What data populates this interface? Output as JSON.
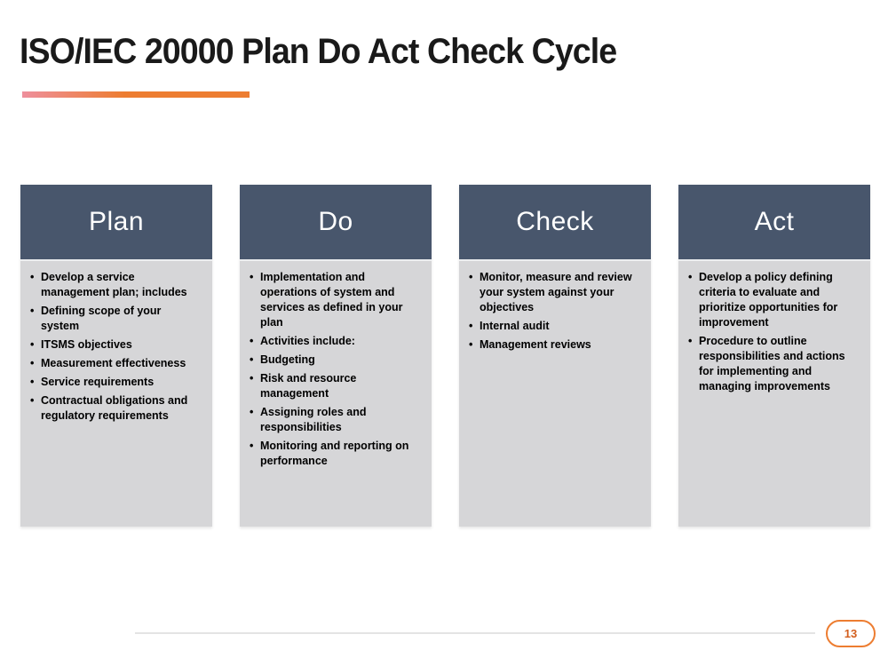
{
  "slide": {
    "title": "ISO/IEC 20000 Plan Do Act Check Cycle",
    "page_number": "13",
    "colors": {
      "header_bg": "#48566C",
      "body_bg": "#D6D6D8",
      "accent_orange": "#ED7D31",
      "accent_pink": "#EE8F9C",
      "title_color": "#1A1A1A"
    }
  },
  "columns": [
    {
      "title": "Plan",
      "bullets": [
        "Develop a service management plan; includes",
        "Defining scope of your system",
        "ITSMS objectives",
        "Measurement effectiveness",
        "Service requirements",
        "Contractual obligations and regulatory requirements"
      ]
    },
    {
      "title": "Do",
      "bullets": [
        "Implementation and operations of system and services as defined in your plan",
        "Activities include:",
        "Budgeting",
        "Risk and resource management",
        "Assigning roles and responsibilities",
        "Monitoring and reporting on performance"
      ]
    },
    {
      "title": "Check",
      "bullets": [
        "Monitor, measure and review your system against your objectives",
        "Internal audit",
        "Management reviews"
      ]
    },
    {
      "title": "Act",
      "bullets": [
        "Develop a policy defining criteria to evaluate and prioritize opportunities for improvement",
        "Procedure to outline responsibilities and actions for implementing and managing improvements"
      ]
    }
  ]
}
